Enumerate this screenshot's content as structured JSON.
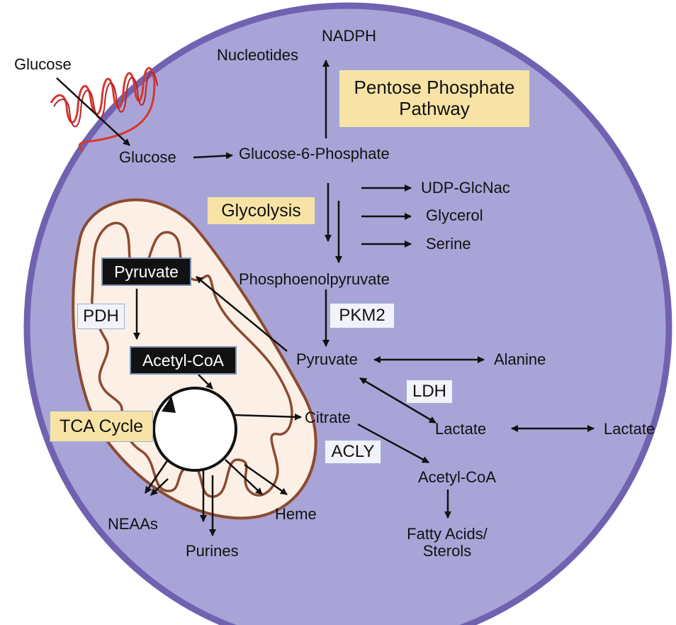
{
  "colors": {
    "cell_fill": "#a9a4d7",
    "cell_border": "#7062b1",
    "mito_fill": "#fcefe6",
    "mito_border": "#8b4b32",
    "receptor": "#d8382f",
    "enzyme_box_yellow": "#f7e3a6",
    "enzyme_box_white": "#f2f3fa",
    "metabolite_box_black": "#111111"
  },
  "outside": {
    "glucose": "Glucose",
    "lactate": "Lactate"
  },
  "cytoplasm": {
    "glucose": "Glucose",
    "g6p": "Glucose-6-Phosphate",
    "nadph": "NADPH",
    "nucleotides": "Nucleotides",
    "udp_glcnac": "UDP-GlcNac",
    "glycerol": "Glycerol",
    "serine": "Serine",
    "pep": "Phosphoenolpyruvate",
    "pyruvate": "Pyruvate",
    "alanine": "Alanine",
    "lactate": "Lactate",
    "citrate": "Citrate",
    "acetyl_coa": "Acetyl-CoA",
    "fatty_acids_line1": "Fatty Acids/",
    "fatty_acids_line2": "Sterols",
    "neaas": "NEAAs",
    "purines": "Purines",
    "heme": "Heme"
  },
  "pathways": {
    "ppp_line1": "Pentose Phosphate",
    "ppp_line2": "Pathway",
    "glycolysis": "Glycolysis",
    "tca": "TCA Cycle"
  },
  "enzymes": {
    "pkm2": "PKM2",
    "ldh": "LDH",
    "acly": "ACLY",
    "pdh": "PDH"
  },
  "mitochondria": {
    "pyruvate": "Pyruvate",
    "acetyl_coa": "Acetyl-CoA"
  }
}
